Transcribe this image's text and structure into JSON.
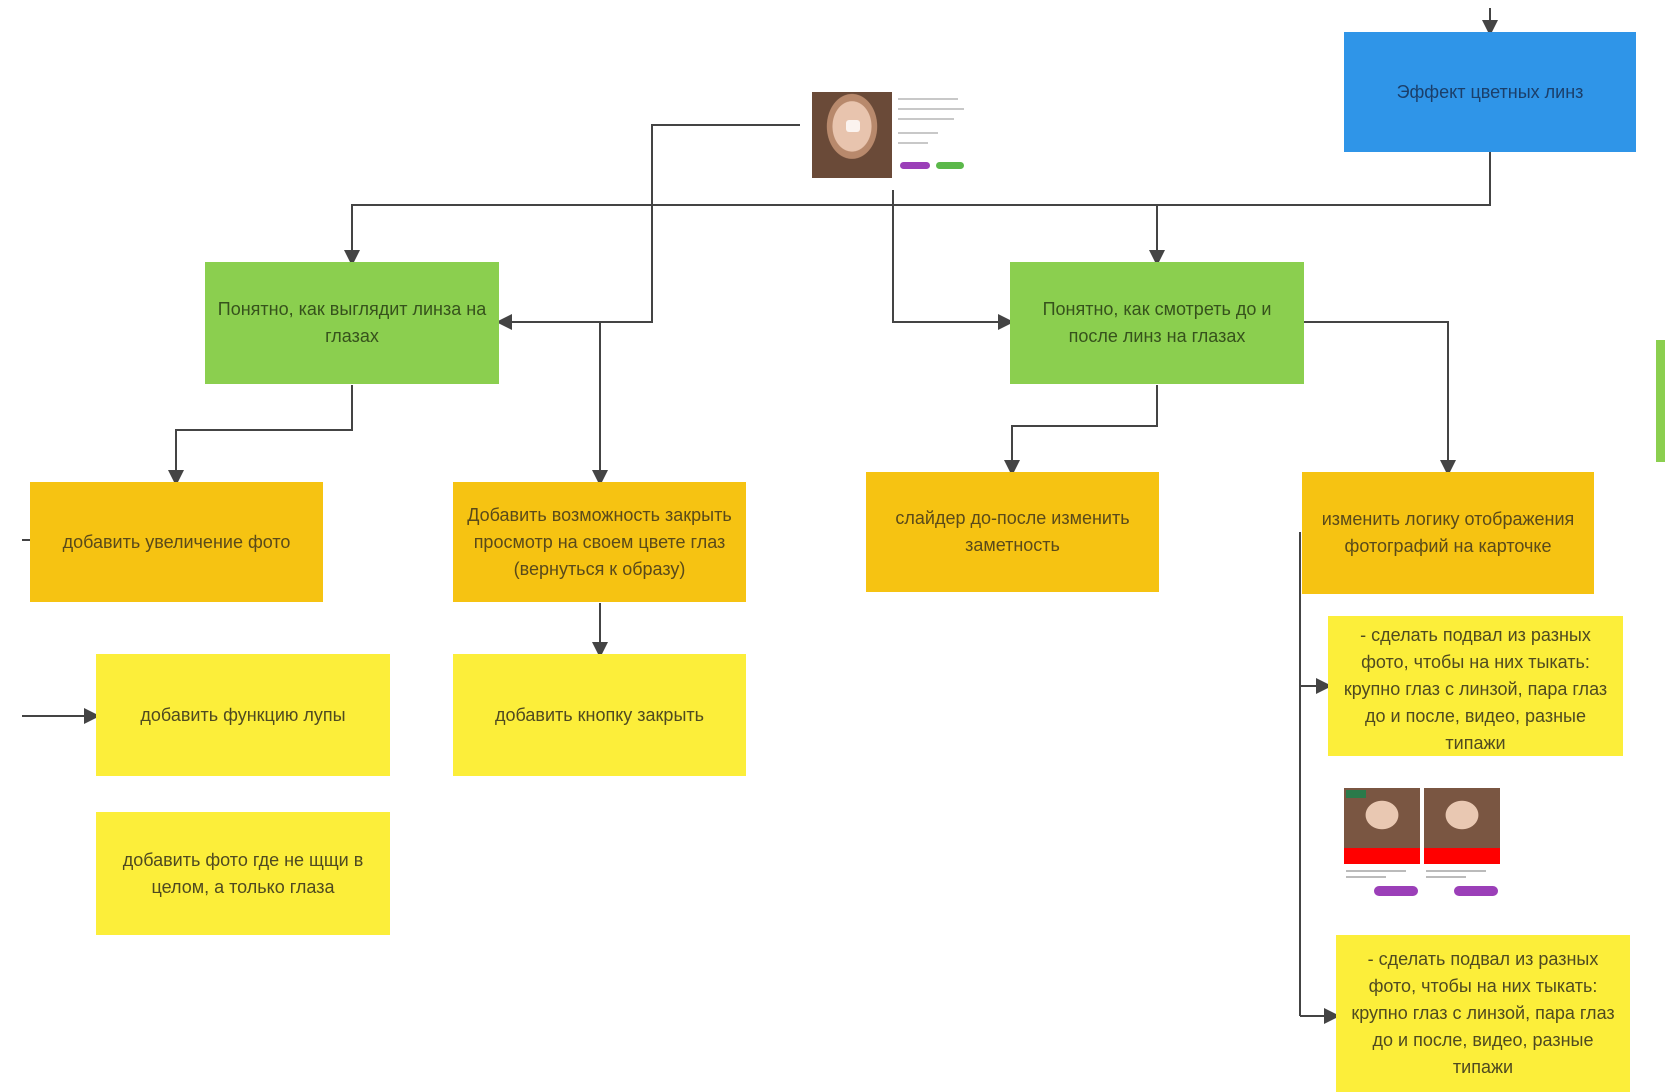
{
  "diagram": {
    "nodes": {
      "effect": "Эффект цветных линз",
      "understand_look": "Понятно, как выглядит линза на глазах",
      "understand_before_after": "Понятно, как смотреть до и после линз на глазах",
      "add_zoom": "добавить увеличение фото",
      "add_close_option": "Добавить возможность закрыть просмотр на своем цвете глаз (вернуться к образу)",
      "slider": "слайдер до-после изменить заметность",
      "change_logic": "изменить логику отображения фотографий на карточке",
      "footer_1": "- сделать подвал из разных фото, чтобы на них тыкать: крупно глаз с линзой, пара глаз до и после, видео, разные типажи",
      "add_magnifier": "добавить функцию лупы",
      "add_close_button": "добавить кнопку закрыть",
      "add_eye_photo": "добавить фото где не щщи в целом, а только глаза",
      "footer_2": "- сделать подвал из разных фото, чтобы на них тыкать: крупно глаз с линзой, пара глаз до и после, видео, разные типажи"
    },
    "colors": {
      "blue": "#2f95e8",
      "green": "#8bcf4f",
      "orange": "#f6c312",
      "yellow": "#fcee3a",
      "connector": "#444444"
    },
    "images": {
      "screenshot": "product-page-screenshot",
      "cards": "product-cards-thumbnail"
    }
  }
}
